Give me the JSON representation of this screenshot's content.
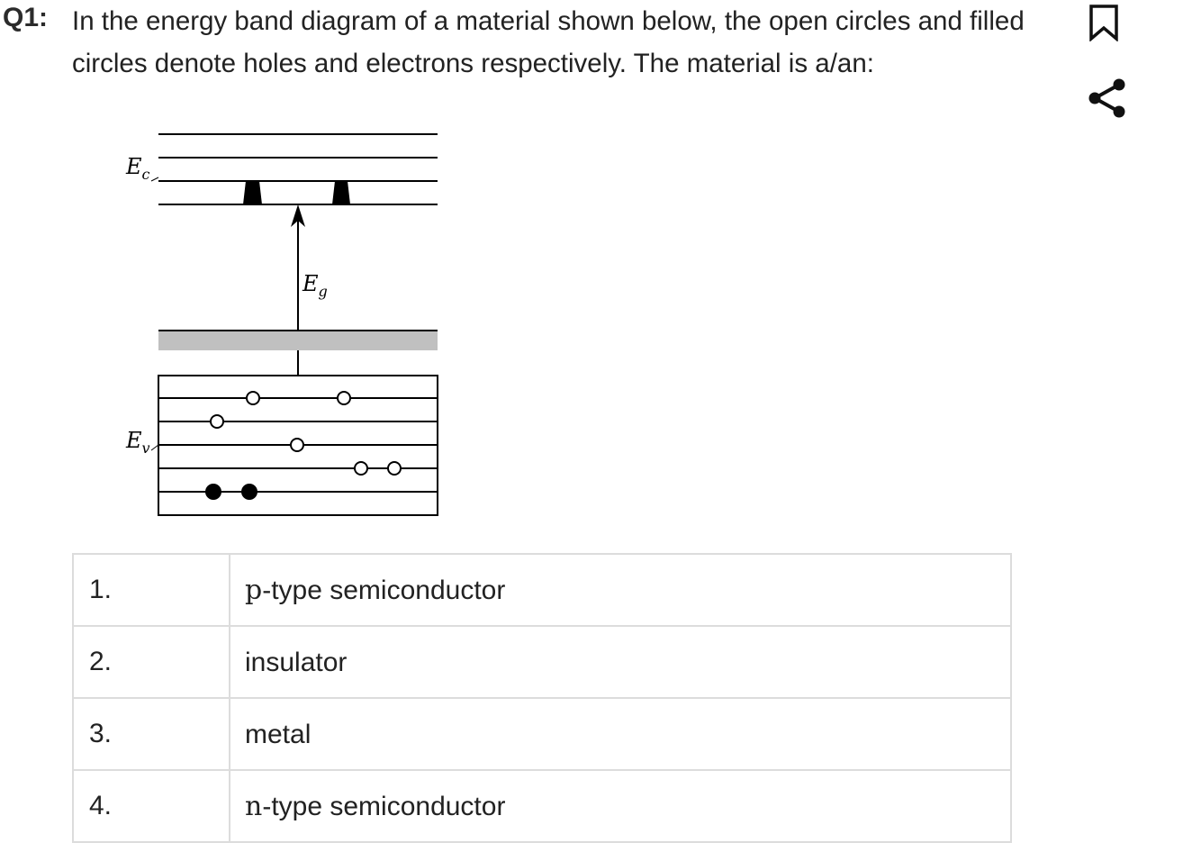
{
  "question": {
    "number": "Q1:",
    "text": "In the energy band diagram of a material shown below, the open circles and filled circles denote holes and electrons respectively. The material is a/an:"
  },
  "icons": {
    "bookmark": "bookmark-icon",
    "share": "share-icon"
  },
  "diagram": {
    "labels": {
      "conduction": "E",
      "conduction_sub": "c",
      "gap": "E",
      "gap_sub": "g",
      "valence": "E",
      "valence_sub": "v"
    },
    "colors": {
      "line": "#000000",
      "shaded_band": "#c0c0c0"
    }
  },
  "options": [
    {
      "number": "1.",
      "lead": "p",
      "rest": "-type semiconductor"
    },
    {
      "number": "2.",
      "lead": "",
      "rest": "insulator"
    },
    {
      "number": "3.",
      "lead": "",
      "rest": "metal"
    },
    {
      "number": "4.",
      "lead": "n",
      "rest": "-type semiconductor"
    }
  ]
}
